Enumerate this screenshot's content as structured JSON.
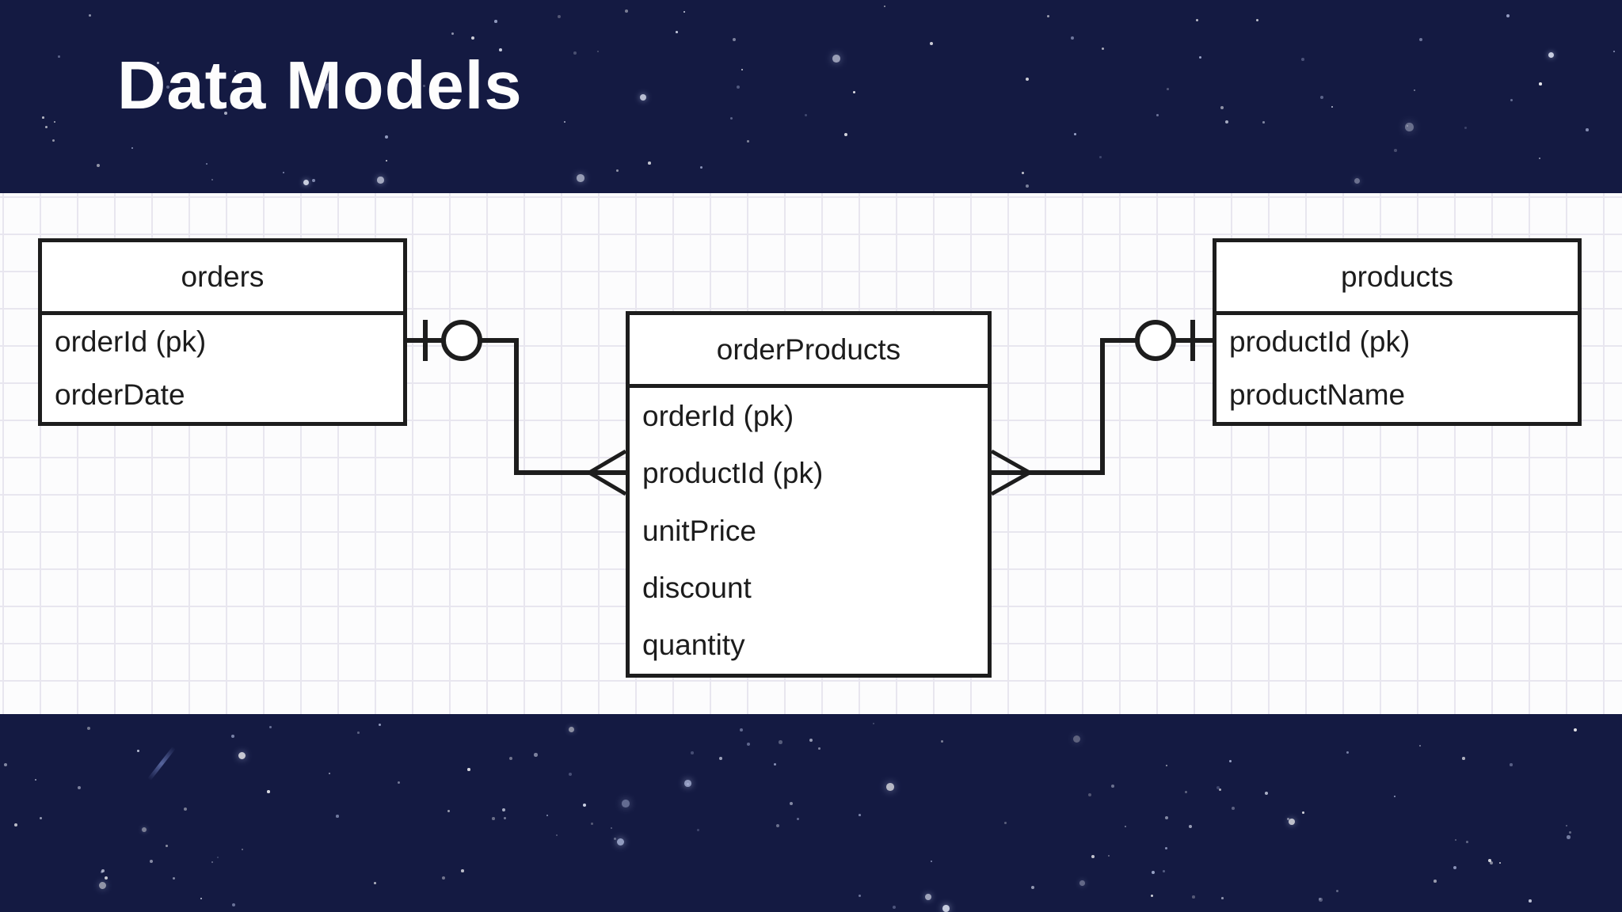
{
  "slide": {
    "title": "Data Models"
  },
  "theme": {
    "background_color": "#141a42",
    "band_background_color": "#fcfcfd",
    "grid_line_color": "#e8e6ef",
    "diagram_line_color": "#1d1d1d",
    "entity_fill_color": "#ffffff",
    "entity_text_color": "#1c1c1c",
    "title_color": "#fdfdfd",
    "star_color": "#ffffff"
  },
  "diagram": {
    "notation": "crow's foot",
    "entities": [
      {
        "id": "orders",
        "title": "orders",
        "fields": [
          "orderId (pk)",
          "orderDate"
        ]
      },
      {
        "id": "orderProducts",
        "title": "orderProducts",
        "fields": [
          "orderId (pk)",
          "productId (pk)",
          "unitPrice",
          "discount",
          "quantity"
        ]
      },
      {
        "id": "products",
        "title": "products",
        "fields": [
          "productId (pk)",
          "productName"
        ]
      }
    ],
    "relationships": [
      {
        "from": "orders",
        "to": "orderProducts",
        "from_cardinality": "zero-or-one (tick and circle)",
        "to_cardinality": "many (crow's foot)",
        "from_anchor_field": "orderId (pk)",
        "to_anchor_field": "productId (pk)"
      },
      {
        "from": "products",
        "to": "orderProducts",
        "from_cardinality": "zero-or-one (circle and tick)",
        "to_cardinality": "many (crow's foot)",
        "from_anchor_field": "productId (pk)",
        "to_anchor_field": "productId (pk)"
      }
    ]
  }
}
